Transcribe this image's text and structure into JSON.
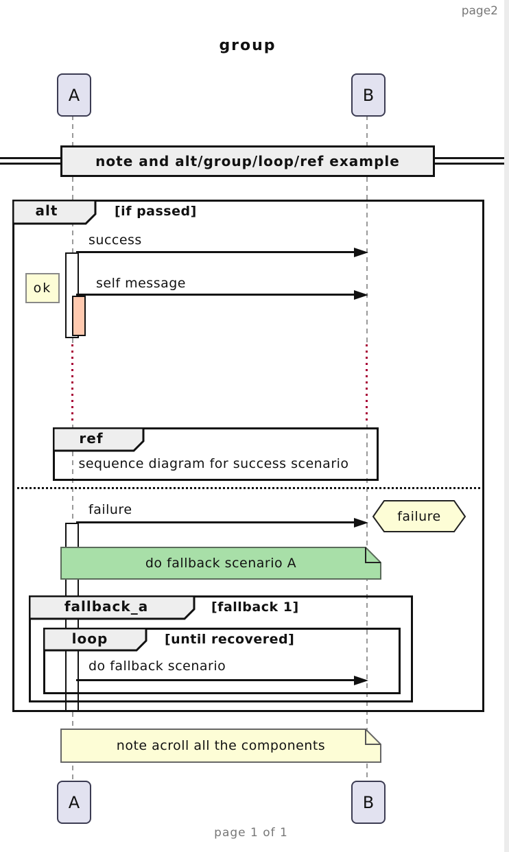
{
  "page": {
    "header": "page2",
    "title": "group",
    "footer": "page 1 of 1"
  },
  "participants": {
    "a": "A",
    "b": "B"
  },
  "divider": {
    "label": "note and alt/group/loop/ref example"
  },
  "alt_frame": {
    "keyword": "alt",
    "condition": "[if passed]"
  },
  "ref_frame": {
    "keyword": "ref",
    "text": "sequence diagram for success scenario"
  },
  "fallback_frame": {
    "keyword": "fallback_a",
    "condition": "[fallback 1]"
  },
  "loop_frame": {
    "keyword": "loop",
    "condition": "[until recovered]"
  },
  "messages": {
    "success": "success",
    "self_message": "self message",
    "failure": "failure",
    "do_fallback": "do fallback scenario"
  },
  "notes": {
    "ok": "ok",
    "green": "do fallback scenario A",
    "bottom": "note acroll all the components"
  },
  "hexagon": {
    "label": "failure"
  },
  "colors": {
    "participant_fill": "#E2E2F0",
    "frame_label_fill": "#EEEEEE",
    "note_yellow": "#FDFDD6",
    "note_green": "#A8DFA8",
    "activation_salmon": "#FFC9AF",
    "lifeline_red": "#A80036",
    "lifeline_gray": "#999999",
    "muted_text": "#777777"
  }
}
